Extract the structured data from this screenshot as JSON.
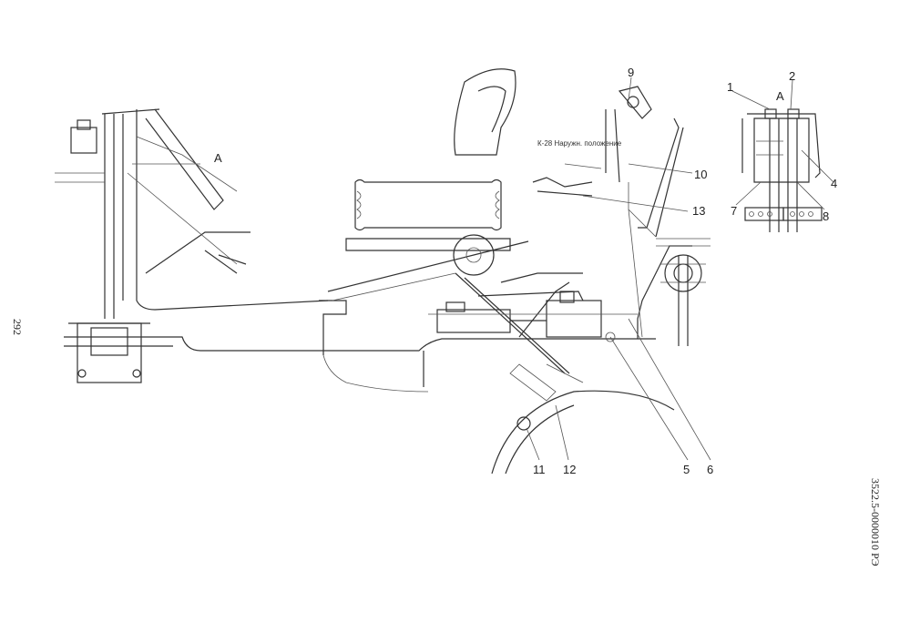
{
  "page_number": "292",
  "document_code": "3522.5-0000010 РЭ",
  "view_label": "А",
  "callouts": [
    "1",
    "2",
    "4",
    "5",
    "6",
    "7",
    "8",
    "9",
    "10",
    "11",
    "12",
    "13"
  ],
  "small_note": "К-28 Наружн. положение"
}
